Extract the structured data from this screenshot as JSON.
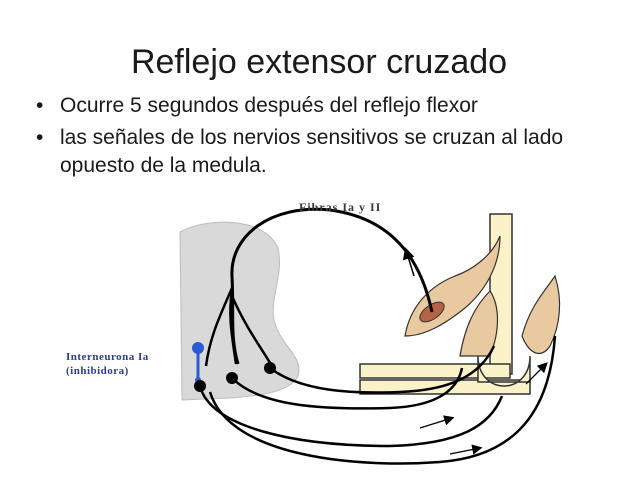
{
  "slide": {
    "title": "Reflejo extensor cruzado",
    "bullets": [
      "Ocurre 5 segundos después del reflejo  flexor",
      "las señales  de los nervios sensitivos se cruzan al lado opuesto de la medula."
    ],
    "bullet_glyph": "•"
  },
  "figure": {
    "label_fibers": "Fibras Ia y II",
    "label_interneuron_line1": "Interneurona Ia",
    "label_interneuron_line2": "(inhibidora)",
    "colors": {
      "spinal_cord": "#d9d9d9",
      "muscle": "#e8c9a0",
      "bone": "#fbf2c8",
      "nerve": "#000000",
      "interneuron": "#2c5bd6"
    }
  }
}
